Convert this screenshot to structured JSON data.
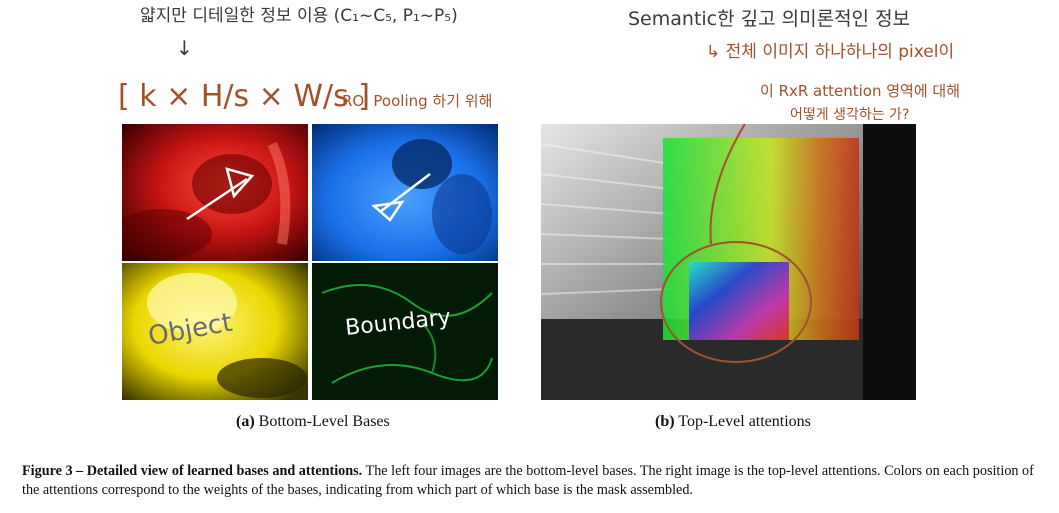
{
  "annotations": {
    "top_left_note": "얇지만 디테일한 정보 이용 (C₁~C₅, P₁~P₅)",
    "top_left_arrow": "↓",
    "shape_formula": "[ k × H/s × W/s ]",
    "roi_note": "ROI Pooling 하기 위해",
    "top_right_note": "Semantic한 깊고 의미론적인 정보",
    "top_right_arrow_note": "↳ 전체 이미지 하나하나의 pixel이",
    "rxr_note": "이 RxR attention 영역에 대해",
    "rxr_note_2": "어떻게 생각하는 가?",
    "object_label": "Object",
    "boundary_label": "Boundary"
  },
  "subfig_a": {
    "tag": "(a)",
    "title": "Bottom-Level Bases"
  },
  "subfig_b": {
    "tag": "(b)",
    "title": "Top-Level attentions"
  },
  "figure_caption": {
    "label": "Figure 3 – Detailed view of learned bases and attentions.",
    "text": " The left four images are the bottom-level bases. The right image is the top-level attentions. Colors on each position of the attentions correspond to the weights of the bases, indicating from which part of which base is the mask assembled."
  },
  "colors": {
    "base_red": "#e02020",
    "base_blue": "#1f7fff",
    "base_yellow": "#f4e400",
    "base_green": "#0a8a20",
    "note_brown": "#a0522d"
  }
}
